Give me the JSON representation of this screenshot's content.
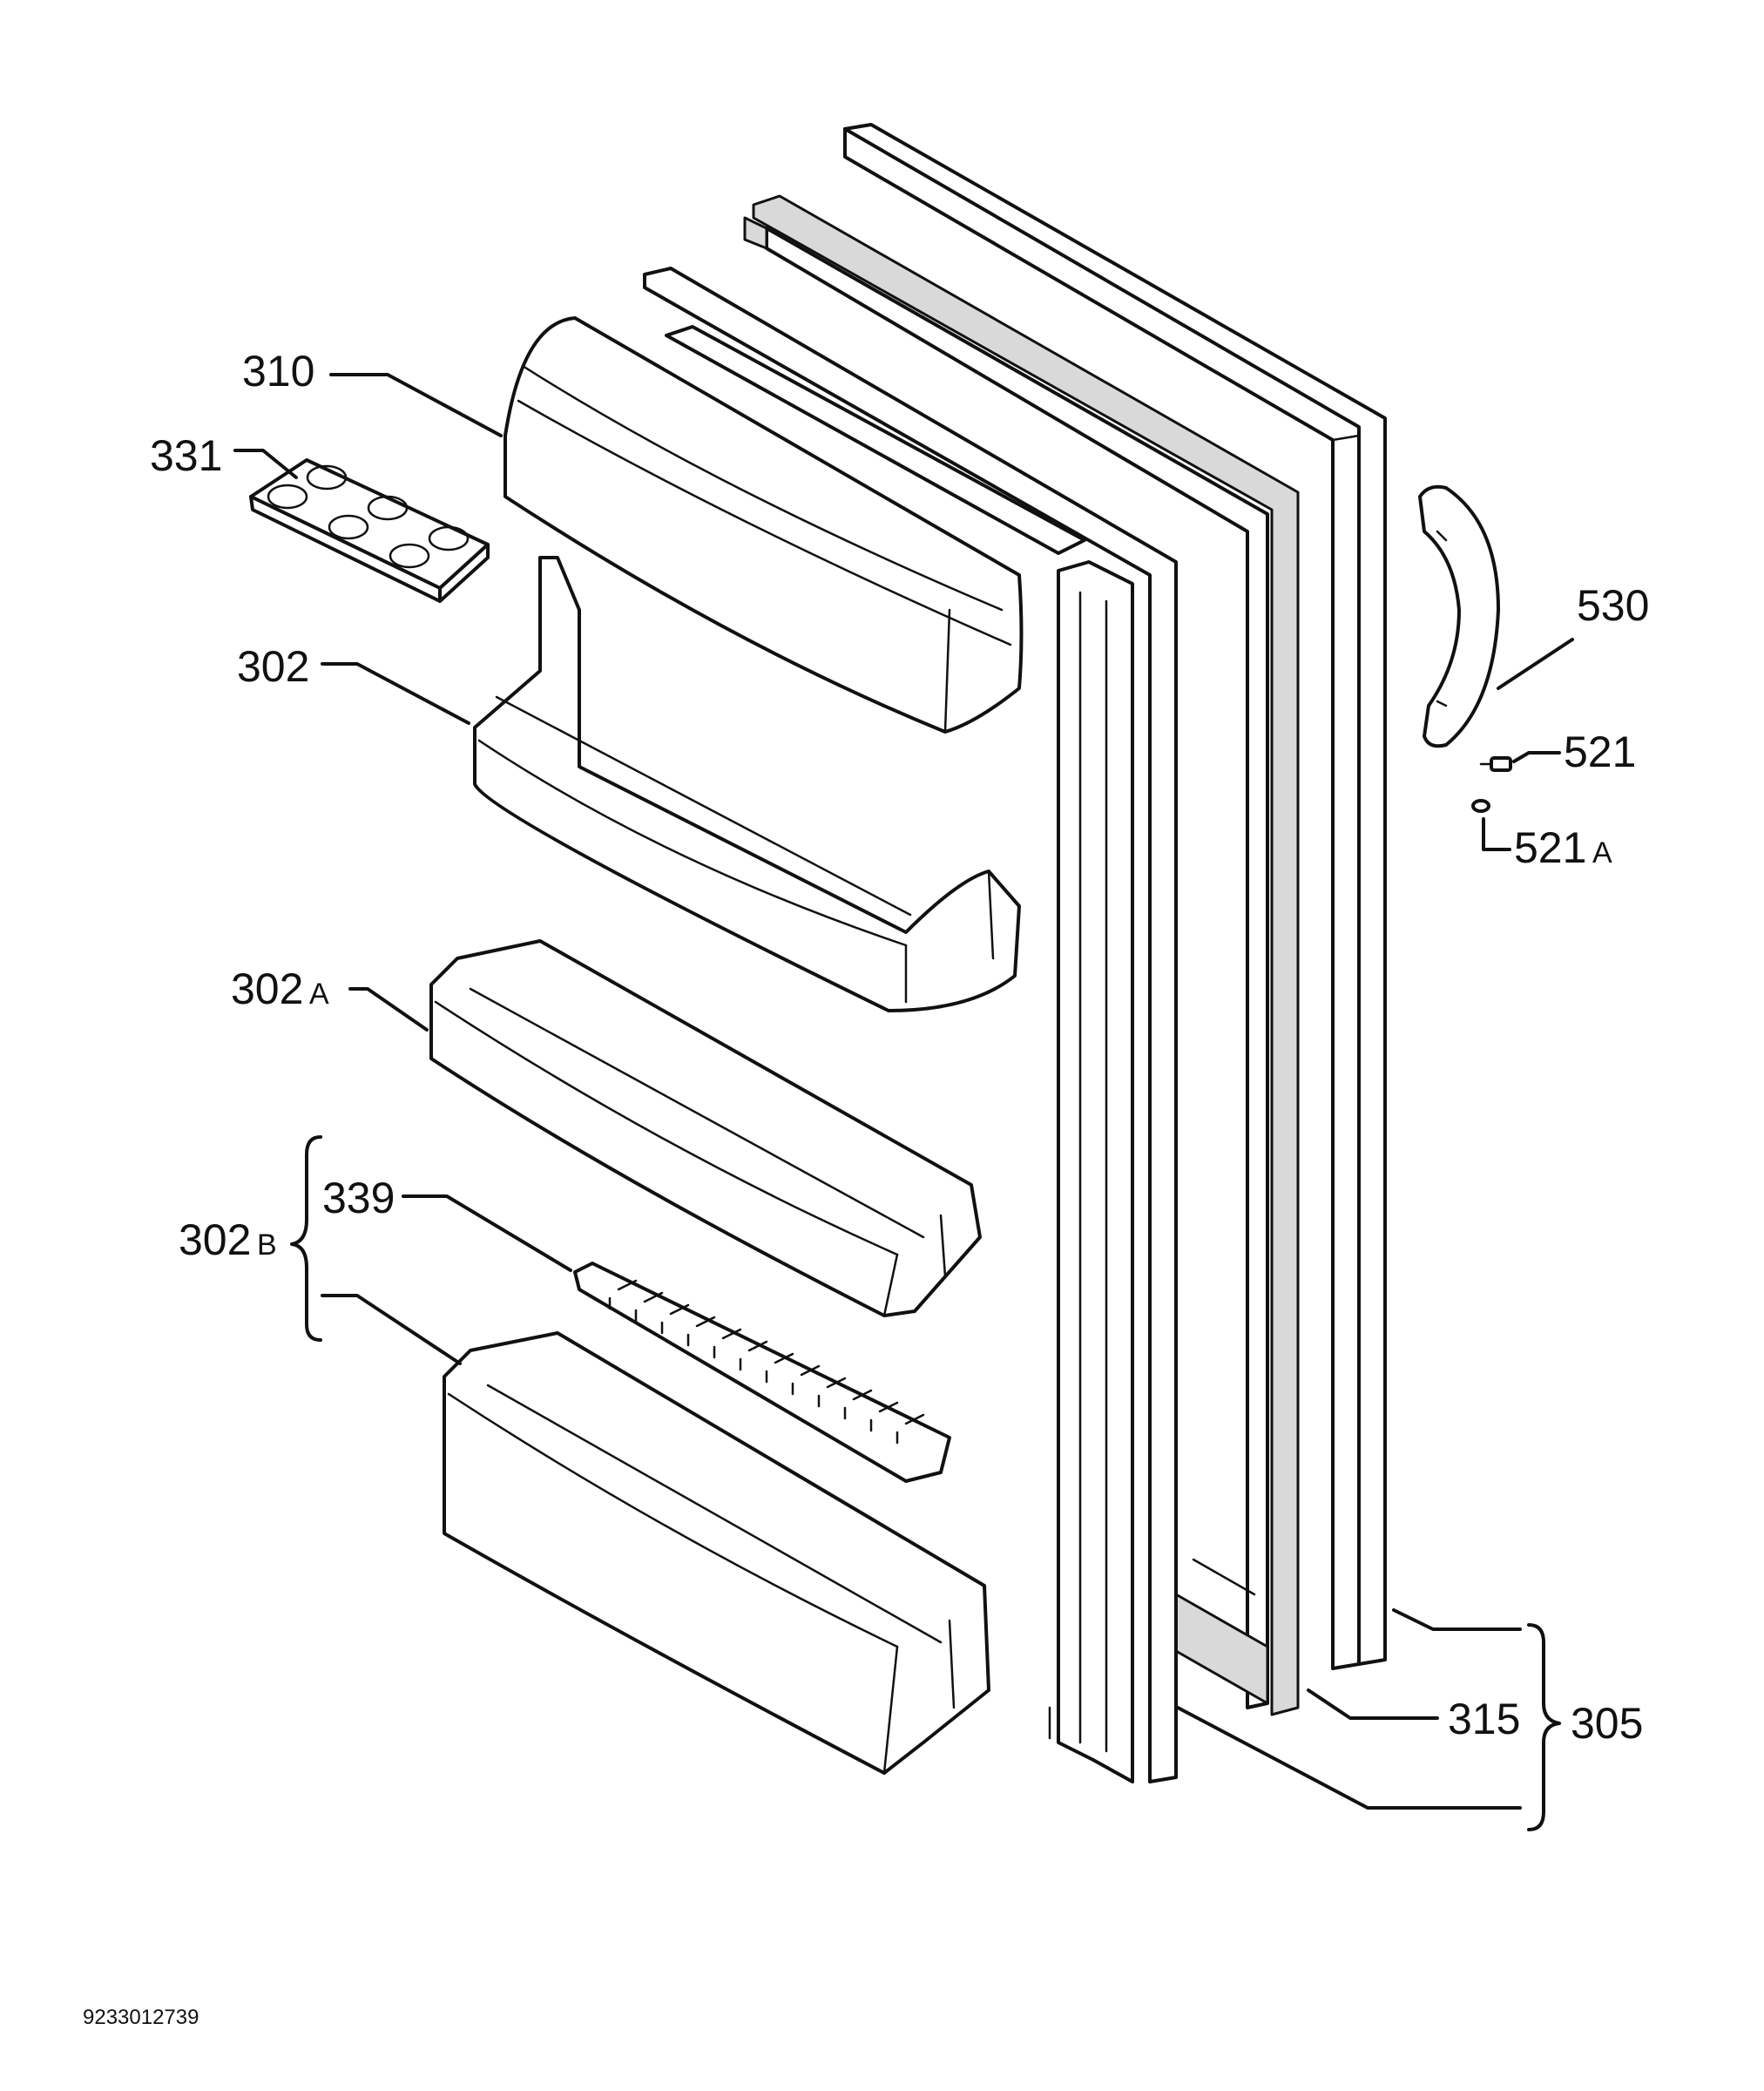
{
  "labels": {
    "l310": "310",
    "l331": "331",
    "l302": "302",
    "l302a_num": "302",
    "l302a_suffix": "A",
    "l339": "339",
    "l302b_num": "302",
    "l302b_suffix": "B",
    "l530": "530",
    "l521": "521",
    "l521a_num": "521",
    "l521a_suffix": "A",
    "l315": "315",
    "l305": "305"
  },
  "drawing_number": "9233012739",
  "colors": {
    "line": "#111111",
    "gasket_fill": "#d9d9d9",
    "background": "#ffffff"
  }
}
